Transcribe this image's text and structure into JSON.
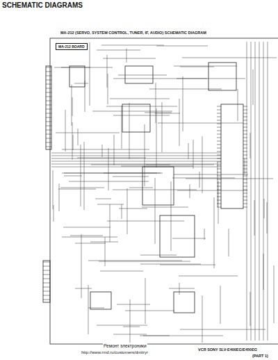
{
  "diagram": {
    "title": "SCHEMATIC DIAGRAMS",
    "nodes": [
      {
        "text": [
          "MA-212 BOARD"
        ]
      }
    ],
    "labels": [
      "MA-212 (SERVO, SYSTEM CONTROL, TUNER, IF, AUDIO) SCHEMATIC DIAGRAM",
      "Ремонт электроники",
      "http://www.rmd.ru/customers/dmitryr",
      "VCR SONY SLV-E400EG/E450EG",
      "(PART 1)"
    ]
  }
}
